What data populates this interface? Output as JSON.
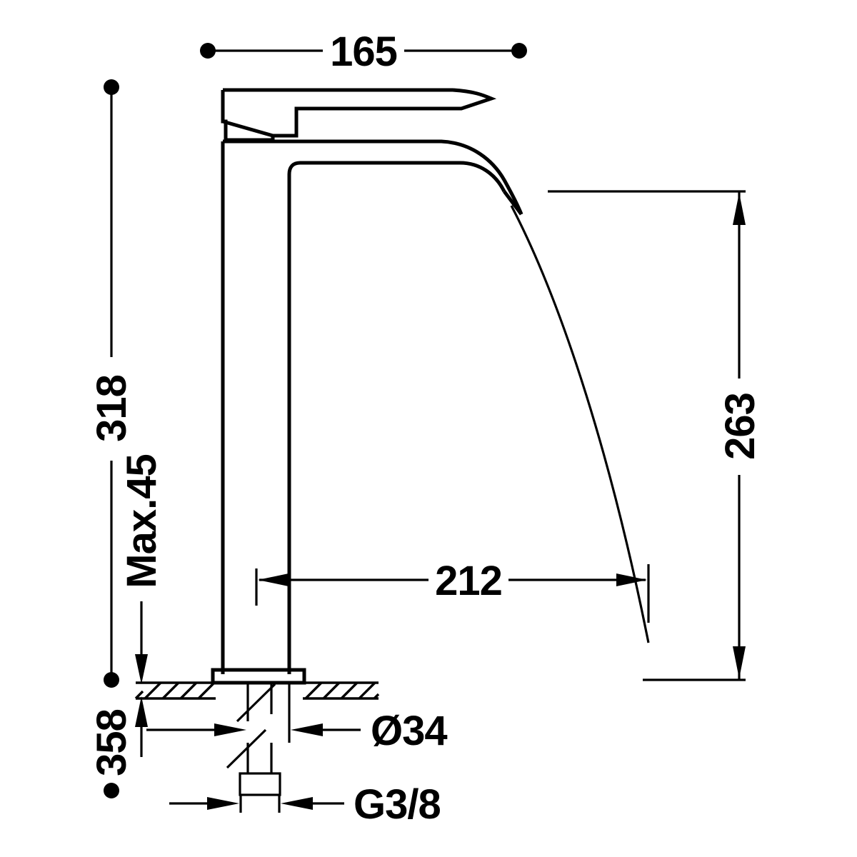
{
  "drawing": {
    "title": "Faucet dimensional drawing",
    "type": "technical-line-drawing",
    "product": "tall single-lever basin mixer",
    "units": "mm",
    "stroke_color": "#000000",
    "background_color": "#ffffff"
  },
  "dimensions": {
    "width_top": {
      "label": "165",
      "terminator": "dot",
      "orientation": "horizontal",
      "position": "top"
    },
    "height_total": {
      "label": "318",
      "terminator": "dot",
      "orientation": "vertical",
      "position": "left",
      "rotated": true
    },
    "counter_thickness": {
      "label": "Max.45",
      "terminator": "arrow",
      "orientation": "vertical",
      "position": "left",
      "rotated": true
    },
    "height_overall": {
      "label": "358",
      "terminator": "dot",
      "orientation": "vertical",
      "position": "left",
      "rotated": true
    },
    "spout_height": {
      "label": "263",
      "terminator": "arrow",
      "orientation": "vertical",
      "position": "right",
      "rotated": true
    },
    "spout_reach": {
      "label": "212",
      "terminator": "arrow",
      "orientation": "horizontal",
      "position": "middle"
    },
    "base_diameter": {
      "label": "Ø34",
      "terminator": "arrow",
      "orientation": "horizontal",
      "position": "below-counter"
    },
    "thread_size": {
      "label": "G3/8",
      "terminator": "arrow",
      "orientation": "horizontal",
      "position": "bottom"
    }
  },
  "parts": {
    "lever_handle": "lever-handle",
    "body_column": "body-column",
    "spout": "curved-spout",
    "spout_outlet": "spout-outlet",
    "base_flange": "base-flange",
    "countertop": "countertop-section-hatched",
    "shank": "threaded-shank",
    "break_symbol": "break-line-symbol",
    "thread_nipple": "g38-thread-nipple",
    "water_curve": "water-projection-curve"
  }
}
